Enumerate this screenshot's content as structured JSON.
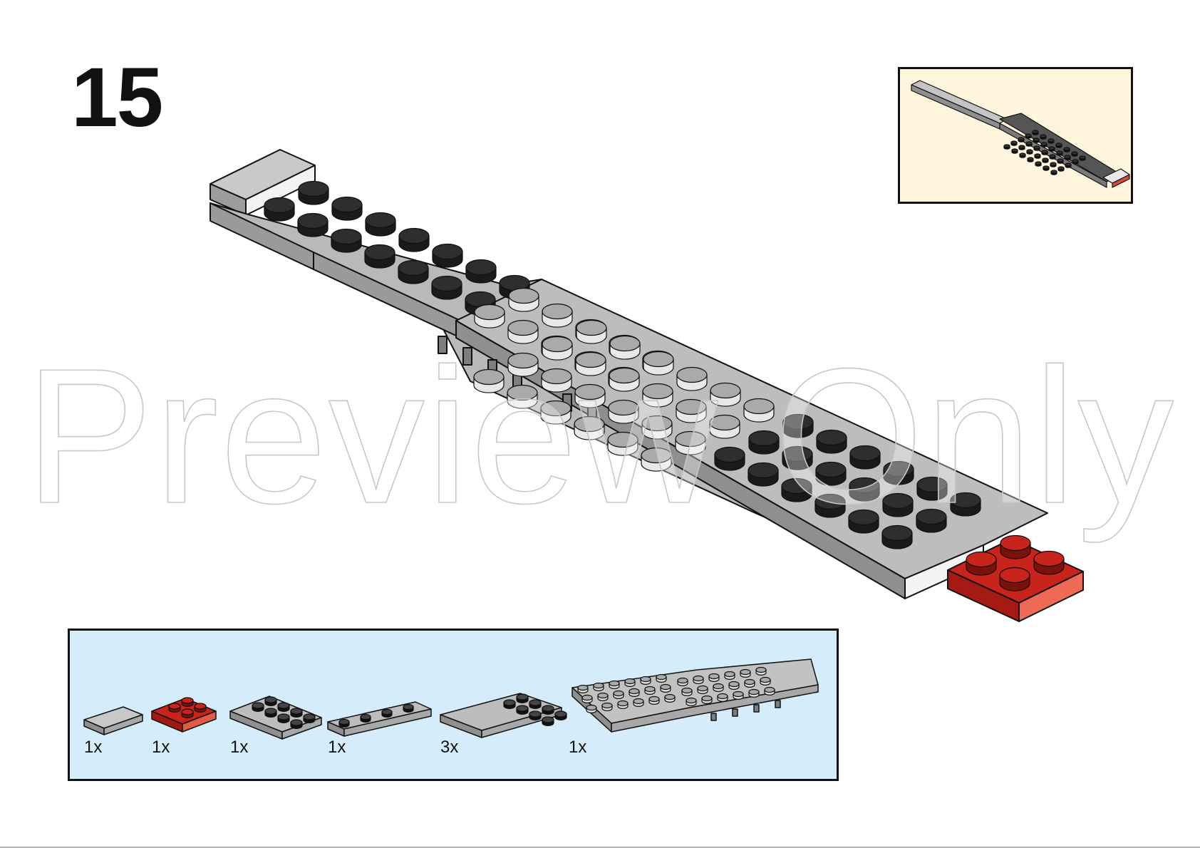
{
  "step": {
    "number": "15"
  },
  "parts": [
    {
      "qty": "1x",
      "name": "tile-1x2",
      "color": "#b7b7b7"
    },
    {
      "qty": "1x",
      "name": "plate-2x2",
      "color": "#c8241b"
    },
    {
      "qty": "1x",
      "name": "plate-2x4",
      "color": "#b7b7b7"
    },
    {
      "qty": "1x",
      "name": "plate-1x4",
      "color": "#b7b7b7"
    },
    {
      "qty": "3x",
      "name": "plate-2x4",
      "color": "#b7b7b7"
    },
    {
      "qty": "1x",
      "name": "wedge-plate-4x12",
      "color": "#b7b7b7"
    }
  ],
  "watermark": {
    "text": "Preview Only"
  },
  "colors": {
    "gray": "#b7b7b7",
    "gray_dark": "#8f8f8f",
    "stud_dark": "#2e2e2e",
    "red": "#c8241b",
    "red_light": "#ef6a55",
    "parts_bg": "#d5edfb",
    "preview_bg": "#fff5dc"
  }
}
